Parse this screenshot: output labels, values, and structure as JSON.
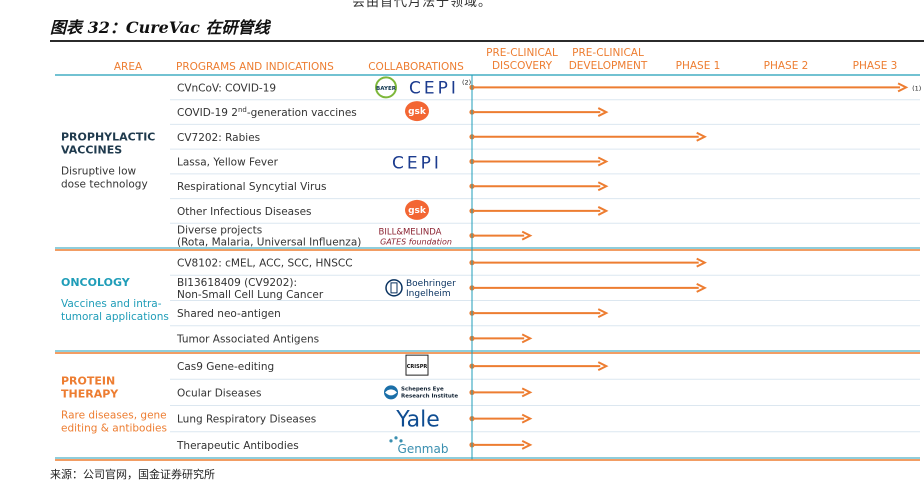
{
  "doc": {
    "top_fragment": "会由首代月法于领域。",
    "figure_title": "图表 32：CureVac 在研管线",
    "source": "来源：公司官网，国金证券研究所"
  },
  "headers": {
    "area": "AREA",
    "programs": "PROGRAMS AND INDICATIONS",
    "collaborations": "COLLABORATIONS",
    "stages": [
      {
        "l1": "PRE-CLINICAL",
        "l2": "DISCOVERY"
      },
      {
        "l1": "PRE-CLINICAL",
        "l2": "DEVELOPMENT"
      },
      {
        "l1": "PHASE 1",
        "l2": ""
      },
      {
        "l1": "PHASE 2",
        "l2": ""
      },
      {
        "l1": "PHASE 3",
        "l2": ""
      }
    ]
  },
  "colors": {
    "accent": "#ED7D31",
    "teal": "#1F9DB8",
    "grid": "#DCE7F0",
    "text": "#333333",
    "section_head": "#1F3A4D",
    "cepi_blue": "#1B3B8E",
    "yale_blue": "#0F4D92",
    "gsk_orange": "#F36633"
  },
  "sections": [
    {
      "id": "prophylactic",
      "title": [
        "PROPHYLACTIC",
        "VACCINES"
      ],
      "subtitle": [
        "Disruptive low",
        "dose technology"
      ],
      "title_color": "#1F3A4D",
      "programs": [
        {
          "label": "CVnCoV: COVID-19",
          "progress": 4.85,
          "partner": "bayer-cepi",
          "partner_text": "CEPI",
          "partner_note": "(2)",
          "end_note": "(1)"
        },
        {
          "label": "COVID-19 2nd-generation vaccines",
          "progress": 1.5,
          "partner": "gsk",
          "partner_text": "gsk"
        },
        {
          "label": "CV7202: Rabies",
          "progress": 2.6
        },
        {
          "label": "Lassa, Yellow Fever",
          "progress": 1.5,
          "partner": "cepi",
          "partner_text": "CEPI"
        },
        {
          "label": "Respirational Syncytial Virus",
          "progress": 1.5
        },
        {
          "label": "Other Infectious Diseases",
          "progress": 1.5,
          "partner": "gsk",
          "partner_text": "gsk"
        },
        {
          "label": "Diverse projects",
          "label2": "(Rota, Malaria, Universal Influenza)",
          "progress": 0.65,
          "partner": "gates",
          "partner_text": "BILL&MELINDA",
          "partner_text2": "GATES foundation"
        }
      ]
    },
    {
      "id": "oncology",
      "title": [
        "ONCOLOGY"
      ],
      "subtitle": [
        "Vaccines and intra-",
        "tumoral applications"
      ],
      "title_color": "#1F9DB8",
      "programs": [
        {
          "label": "CV8102: cMEL, ACC, SCC, HNSCC",
          "progress": 2.6
        },
        {
          "label": "BI13618409 (CV9202):",
          "label2": "Non-Small Cell Lung Cancer",
          "progress": 2.6,
          "partner": "boehringer",
          "partner_text": "Boehringer",
          "partner_text2": "Ingelheim"
        },
        {
          "label": "Shared neo-antigen",
          "progress": 1.5
        },
        {
          "label": "Tumor Associated Antigens",
          "progress": 0.65
        }
      ]
    },
    {
      "id": "protein",
      "title": [
        "PROTEIN",
        "THERAPY"
      ],
      "subtitle": [
        "Rare diseases, gene",
        "editing & antibodies"
      ],
      "title_color": "#ED7D31",
      "programs": [
        {
          "label": "Cas9 Gene-editing",
          "progress": 1.5,
          "partner": "crispr",
          "partner_text": "CRISPR"
        },
        {
          "label": "Ocular Diseases",
          "progress": 0.65,
          "partner": "schepens",
          "partner_text": "Schepens Eye",
          "partner_text2": "Research Institute"
        },
        {
          "label": "Lung Respiratory Diseases",
          "progress": 0.65,
          "partner": "yale",
          "partner_text": "Yale"
        },
        {
          "label": "Therapeutic Antibodies",
          "progress": 0.65,
          "partner": "genmab",
          "partner_text": "Genmab"
        }
      ]
    }
  ]
}
